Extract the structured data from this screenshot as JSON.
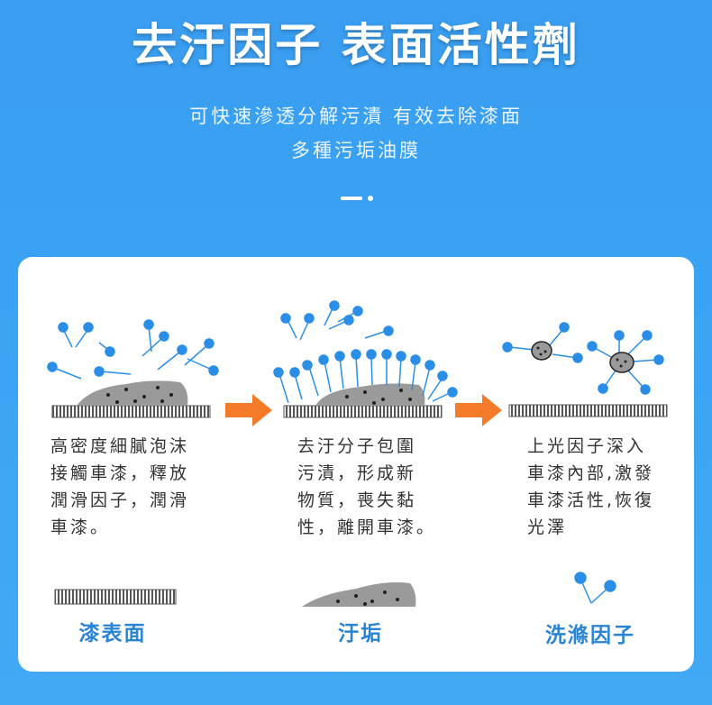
{
  "header": {
    "title": "去汙因子 表面活性劑",
    "subtitle_line1": "可快速滲透分解污漬 有效去除漆面",
    "subtitle_line2": "多種污垢油膜"
  },
  "steps": [
    {
      "text": "高密度細膩泡沫\n接觸車漆，釋放\n潤滑因子，潤滑\n車漆。"
    },
    {
      "text": "去汙分子包圍\n污漬，形成新\n物質，喪失黏\n性，離開車漆。"
    },
    {
      "text": "上光因子深入\n車漆內部,激發\n車漆活性,恢復\n光澤"
    }
  ],
  "legend": [
    {
      "label": "漆表面"
    },
    {
      "label": "汙垢"
    },
    {
      "label": "洗滌因子"
    }
  ],
  "colors": {
    "accent": "#2a84d4",
    "arrow": "#f47b2a",
    "molecule": "#2b8ee6",
    "dirt": "#9a9a9a"
  }
}
